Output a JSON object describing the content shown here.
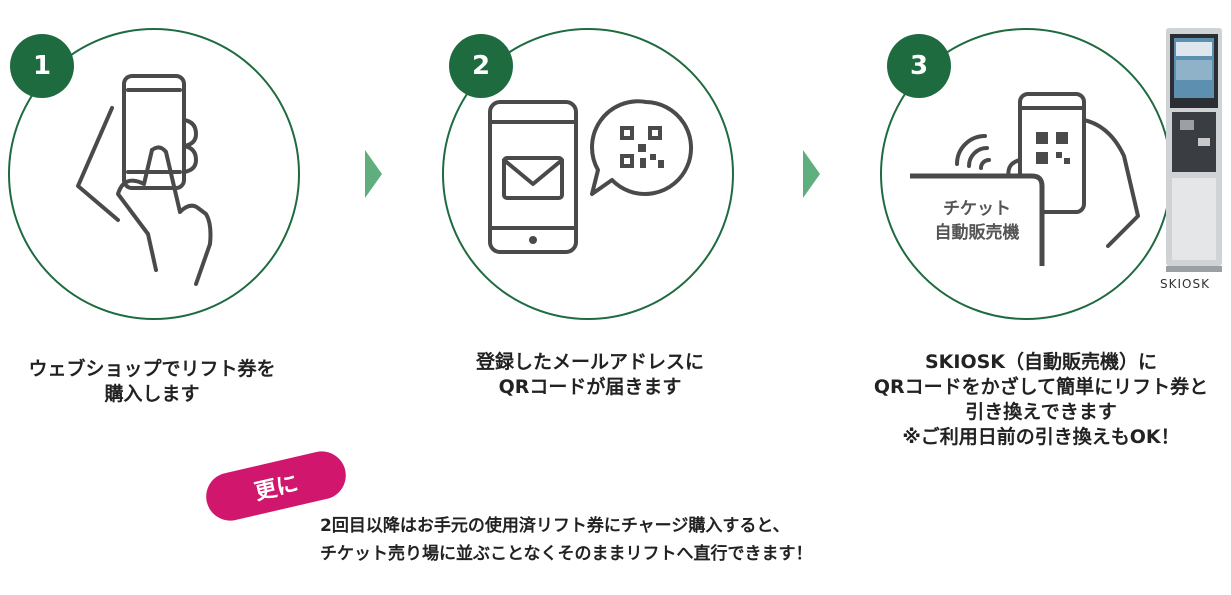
{
  "steps": [
    {
      "number": "1",
      "caption_lines": [
        "ウェブショップでリフト券を",
        "購入します"
      ]
    },
    {
      "number": "2",
      "caption_lines": [
        "登録したメールアドレスに",
        "QRコードが届きます"
      ]
    },
    {
      "number": "3",
      "caption_lines": [
        "SKIOSK（自動販売機）に",
        "QRコードをかざして簡単にリフト券と",
        "引き換えできます",
        "※ご利用日前の引き換えもOK！"
      ]
    }
  ],
  "machine_label_lines": [
    "チケット",
    "自動販売機"
  ],
  "kiosk_label": "SKIOSK",
  "extra": {
    "badge": "更に",
    "lines": [
      "2回目以降はお手元の使用済リフト券にチャージ購入すると、",
      "チケット売り場に並ぶことなくそのままリフトへ直行できます！"
    ]
  },
  "colors": {
    "green": "#1e6b40",
    "arrow": "#5fae7e",
    "pink": "#d0176d",
    "icon_gray": "#4a4a4a"
  }
}
